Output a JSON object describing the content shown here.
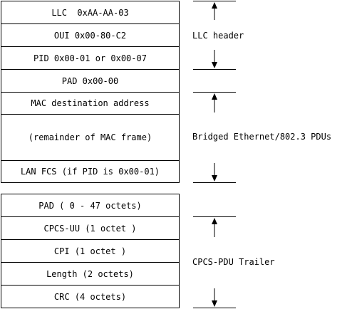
{
  "encapsulation_top": {
    "fields": [
      "LLC  0xAA-AA-03",
      "OUI 0x00-80-C2",
      "PID 0x00-01 or 0x00-07",
      "PAD 0x00-00",
      "MAC destination address",
      "(remainder of MAC frame)",
      "LAN FCS (if PID is 0x00-01)"
    ]
  },
  "encapsulation_bottom": {
    "fields": [
      "PAD ( 0 - 47 octets)",
      "CPCS-UU (1 octet )",
      "CPI (1 octet )",
      "Length (2 octets)",
      "CRC (4 octets)"
    ]
  },
  "brackets": {
    "llc_header": "LLC header",
    "bridged_pdus": "Bridged Ethernet/802.3 PDUs",
    "cpcs_trailer": "CPCS-PDU Trailer"
  }
}
